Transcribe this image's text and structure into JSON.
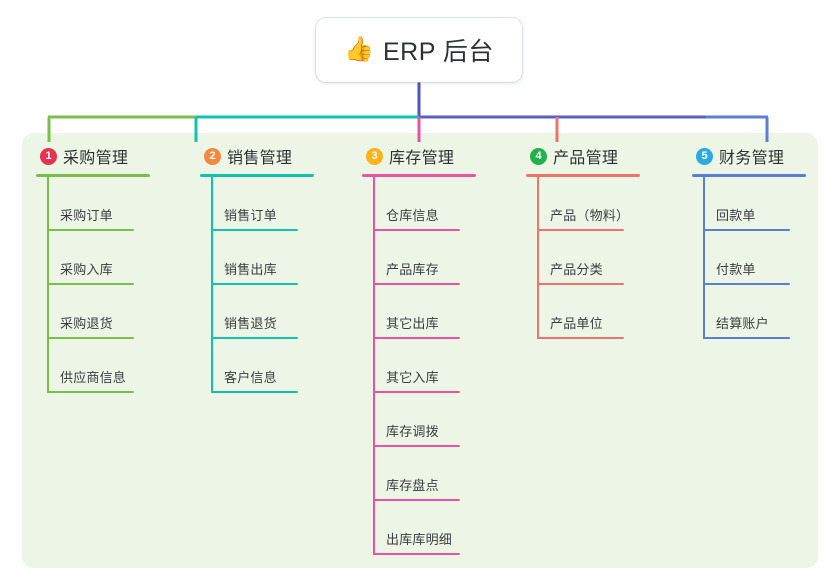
{
  "root": {
    "icon": "thumbs-up-icon",
    "emoji": "👍",
    "title": "ERP 后台"
  },
  "colors": {
    "panel_bg": "#edf6e6",
    "root_stem": "#4a54c4",
    "branches": [
      "#7cbe4d",
      "#10c4ac",
      "#e8559e",
      "#f0736a",
      "#5b7fd4"
    ],
    "badges": [
      "#e8304f",
      "#f2893e",
      "#fab419",
      "#22b14c",
      "#29abe2"
    ]
  },
  "columns": [
    {
      "index": "1",
      "title": "采购管理",
      "accent": "#7cbe4d",
      "badge_color": "#e8304f",
      "items": [
        "采购订单",
        "采购入库",
        "采购退货",
        "供应商信息"
      ]
    },
    {
      "index": "2",
      "title": "销售管理",
      "accent": "#10c4ac",
      "badge_color": "#f2893e",
      "items": [
        "销售订单",
        "销售出库",
        "销售退货",
        "客户信息"
      ]
    },
    {
      "index": "3",
      "title": "库存管理",
      "accent": "#e8559e",
      "badge_color": "#fab419",
      "items": [
        "仓库信息",
        "产品库存",
        "其它出库",
        "其它入库",
        "库存调拨",
        "库存盘点",
        "出库库明细"
      ]
    },
    {
      "index": "4",
      "title": "产品管理",
      "accent": "#f0736a",
      "badge_color": "#22b14c",
      "items": [
        "产品（物料）",
        "产品分类",
        "产品单位"
      ]
    },
    {
      "index": "5",
      "title": "财务管理",
      "accent": "#5b7fd4",
      "badge_color": "#29abe2",
      "items": [
        "回款单",
        "付款单",
        "结算账户"
      ]
    }
  ]
}
